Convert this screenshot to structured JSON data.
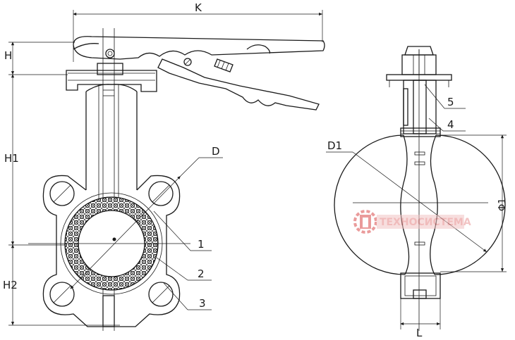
{
  "front_view": {
    "dimensions": {
      "k": "K",
      "h": "H",
      "h1": "H1",
      "h2": "H2",
      "d": "D"
    },
    "callouts": {
      "c1": "1",
      "c2": "2",
      "c3": "3"
    }
  },
  "side_view": {
    "dimensions": {
      "d1": "D1",
      "phi1": "Φ1",
      "l": "L"
    },
    "callouts": {
      "c4": "4",
      "c5": "5"
    }
  },
  "watermark": {
    "text": "ТЕХНОСИСТЕМА",
    "color": "#d94a4a"
  }
}
